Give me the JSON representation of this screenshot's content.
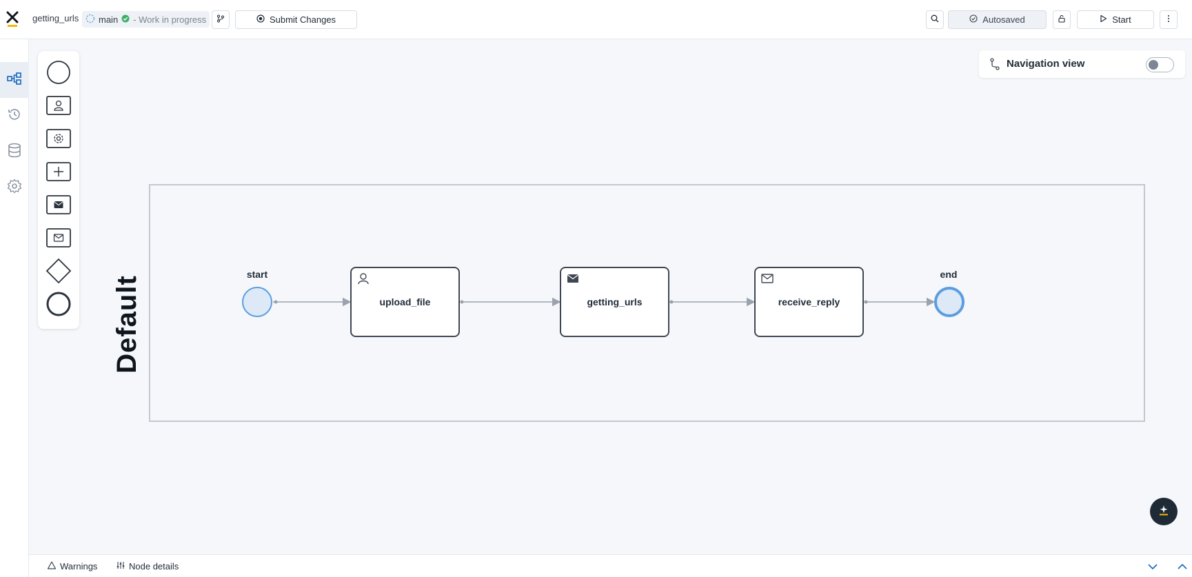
{
  "header": {
    "process_name": "getting_urls",
    "branch": "main",
    "branch_status": "- Work in progress",
    "submit_label": "Submit Changes",
    "autosave_label": "Autosaved",
    "start_label": "Start"
  },
  "sidebar": {
    "items": [
      {
        "name": "process-diagram-icon"
      },
      {
        "name": "history-icon"
      },
      {
        "name": "database-icon"
      },
      {
        "name": "settings-icon"
      }
    ]
  },
  "palette": {
    "items": [
      "start-event",
      "user-task",
      "service-task",
      "subprocess",
      "send-message-task",
      "receive-message-task",
      "gateway",
      "end-event"
    ]
  },
  "diagram": {
    "lane_label": "Default",
    "start_label": "start",
    "end_label": "end",
    "tasks": [
      {
        "label": "upload_file",
        "icon": "user-icon"
      },
      {
        "label": "getting_urls",
        "icon": "send-message-icon"
      },
      {
        "label": "receive_reply",
        "icon": "receive-message-icon"
      }
    ]
  },
  "navigation_view": {
    "label": "Navigation view",
    "enabled": false
  },
  "bottombar": {
    "warnings_label": "Warnings",
    "node_details_label": "Node details"
  },
  "colors": {
    "accent": "#1565c0",
    "brand_yellow": "#f5b800",
    "event_fill": "#dde9f7",
    "event_stroke": "#5b9de0",
    "status_green": "#3fae6a"
  }
}
